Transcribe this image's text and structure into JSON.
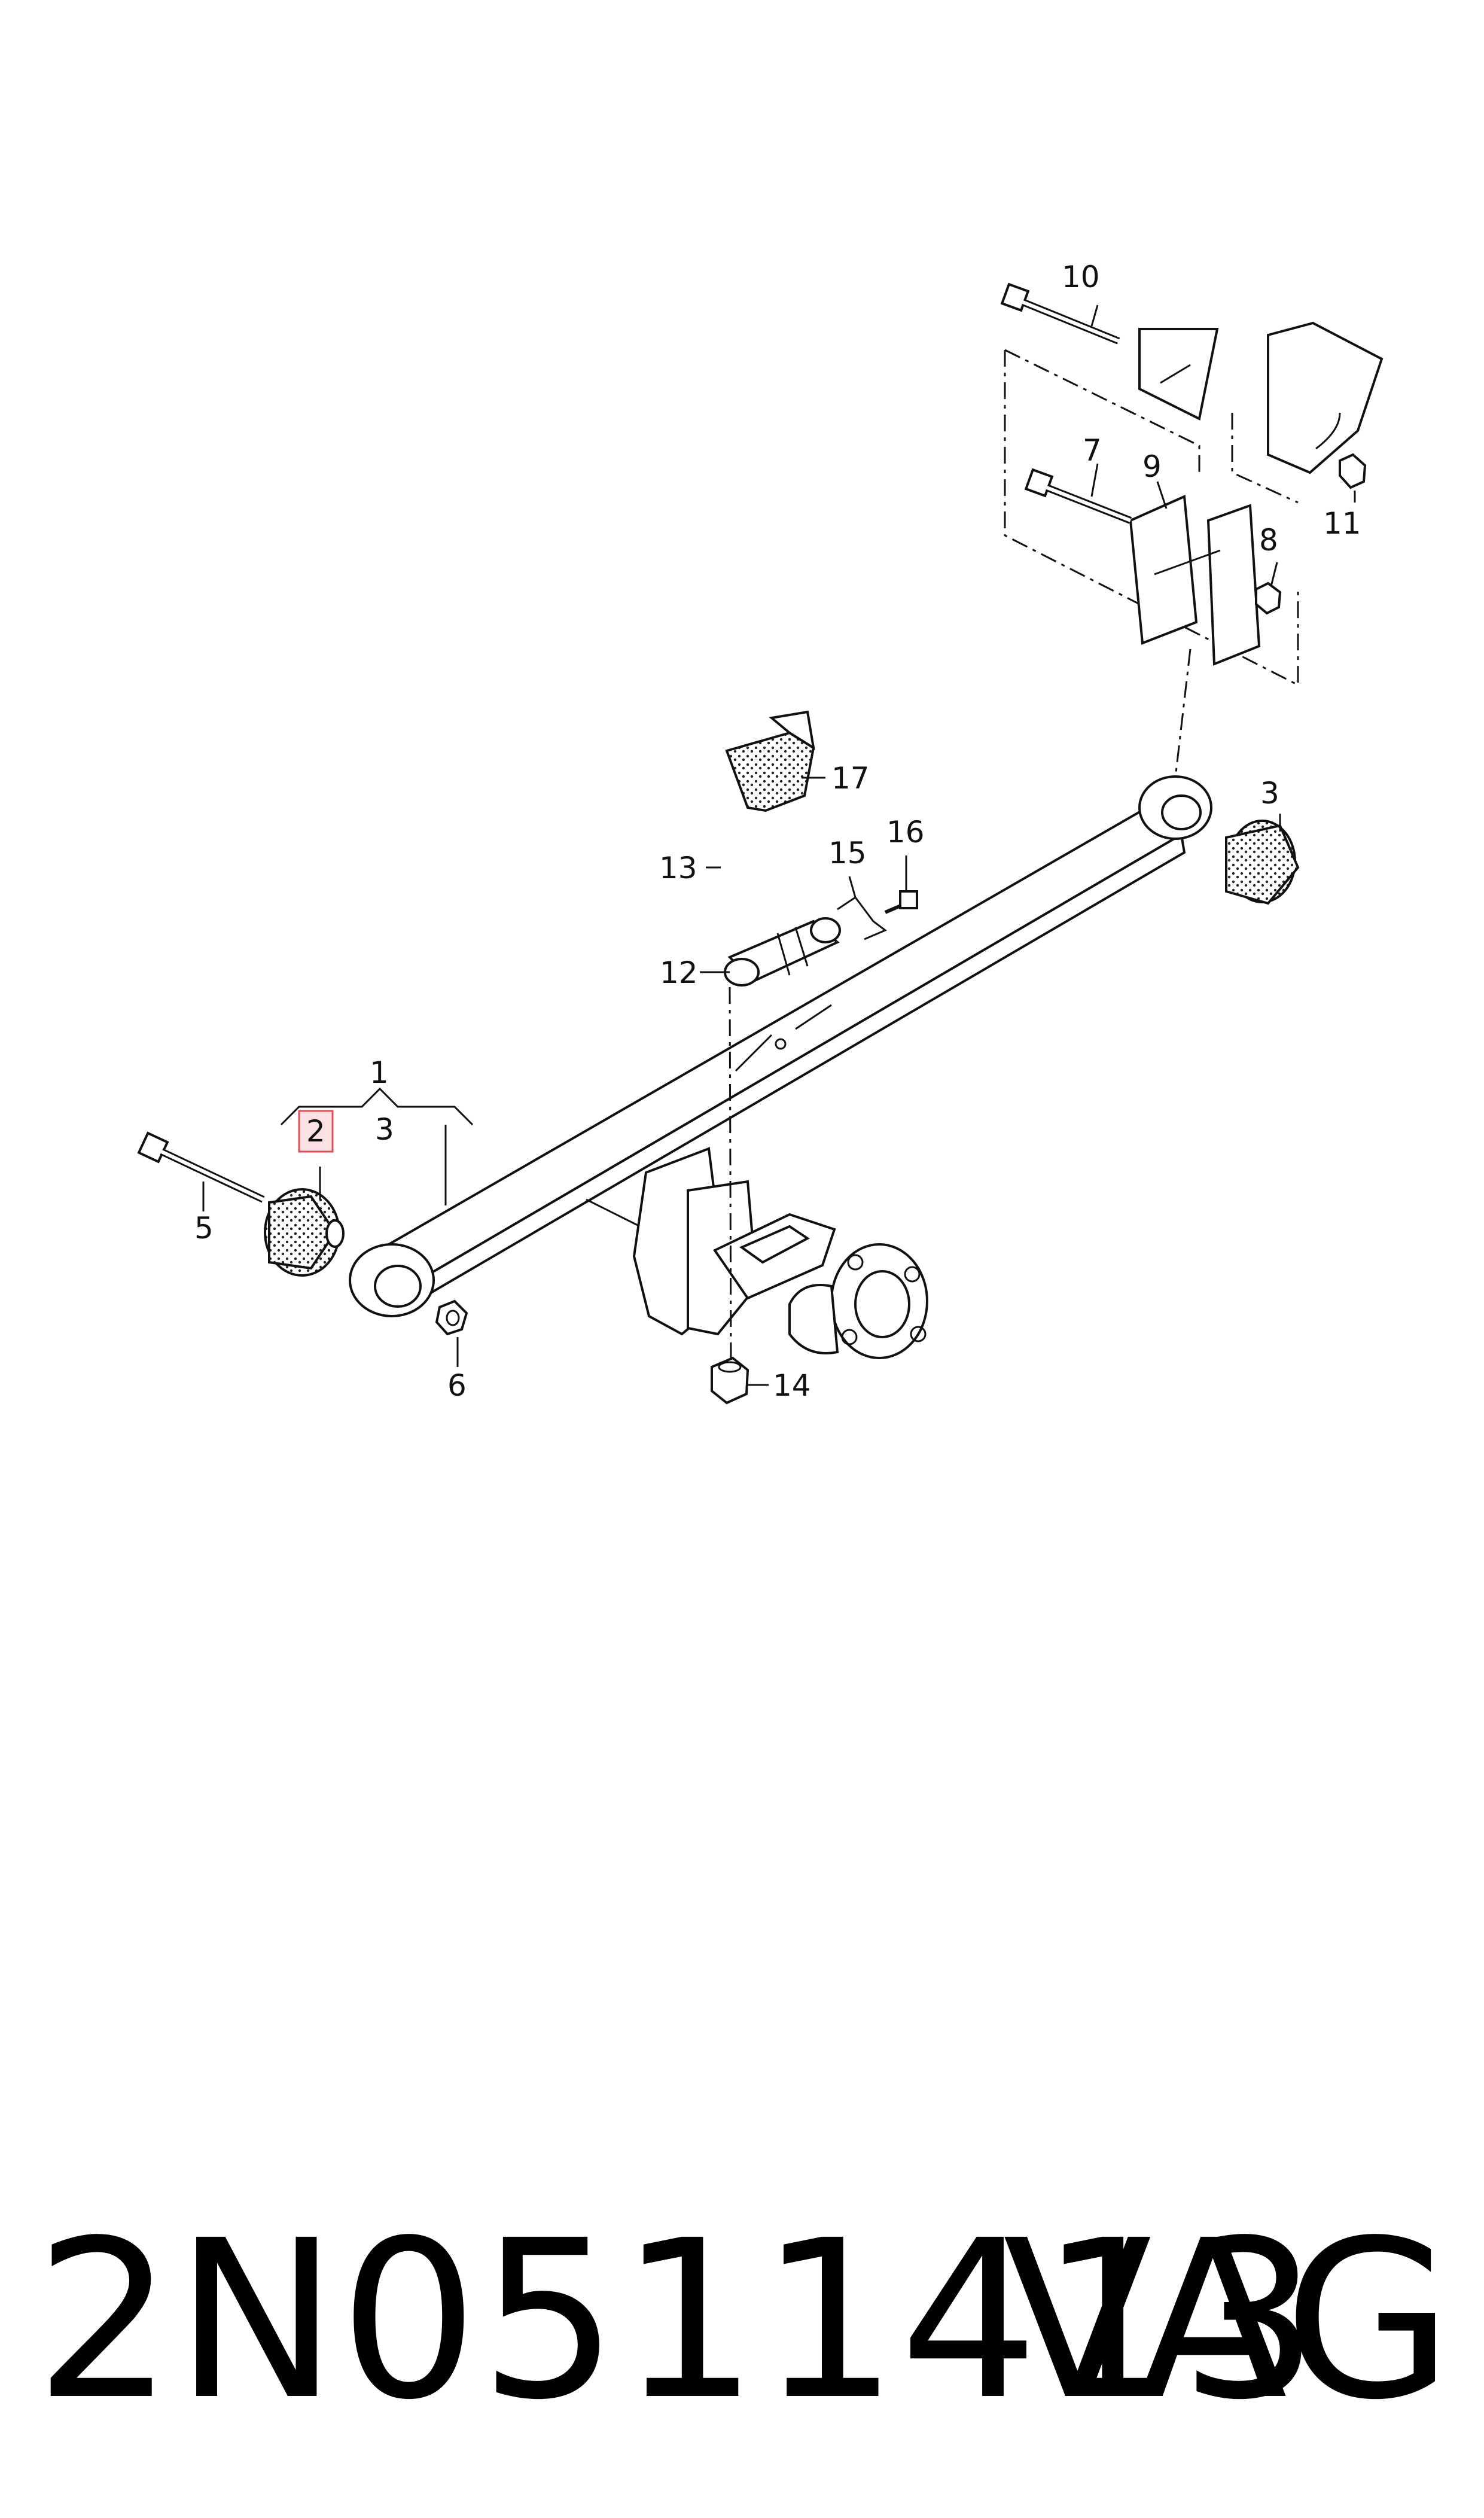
{
  "diagram": {
    "callouts": {
      "c1": "1",
      "c2": "2",
      "c3a": "3",
      "c3b": "3",
      "c5": "5",
      "c6": "6",
      "c7": "7",
      "c8": "8",
      "c9": "9",
      "c10": "10",
      "c11": "11",
      "c12": "12",
      "c13": "13",
      "c14": "14",
      "c15": "15",
      "c16": "16",
      "c17": "17"
    },
    "highlighted_callout": "2",
    "highlight_color": "#e0505a",
    "highlight_fill": "#fbe1e4"
  },
  "footer": {
    "part_number": "2N0511413",
    "brand": "VAG"
  }
}
